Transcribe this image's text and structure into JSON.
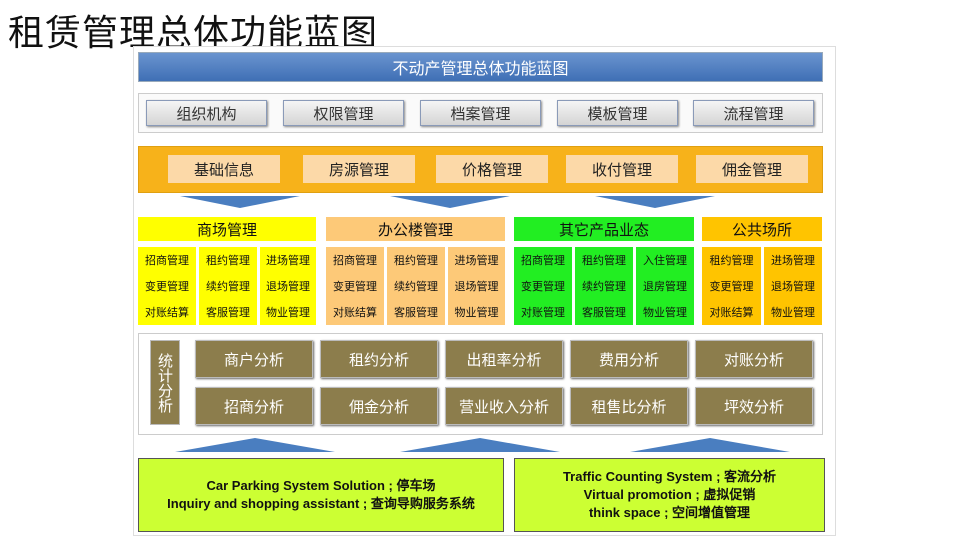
{
  "title": "租赁管理总体功能蓝图",
  "header": "不动产管理总体功能蓝图",
  "top_modules": [
    "组织机构",
    "权限管理",
    "档案管理",
    "模板管理",
    "流程管理"
  ],
  "core_modules": [
    "基础信息",
    "房源管理",
    "价格管理",
    "收付管理",
    "佣金管理"
  ],
  "sections": [
    {
      "title": "商场管理",
      "color": "#ffff00",
      "columns": [
        [
          "招商管理",
          "变更管理",
          "对账结算"
        ],
        [
          "租约管理",
          "续约管理",
          "客服管理"
        ],
        [
          "进场管理",
          "退场管理",
          "物业管理"
        ]
      ]
    },
    {
      "title": "办公楼管理",
      "color": "#fdc978",
      "columns": [
        [
          "招商管理",
          "变更管理",
          "对账结算"
        ],
        [
          "租约管理",
          "续约管理",
          "客服管理"
        ],
        [
          "进场管理",
          "退场管理",
          "物业管理"
        ]
      ]
    },
    {
      "title": "其它产品业态",
      "color": "#22ee22",
      "columns": [
        [
          "招商管理",
          "变更管理",
          "对账管理"
        ],
        [
          "租约管理",
          "续约管理",
          "客服管理"
        ],
        [
          "入住管理",
          "退房管理",
          "物业管理"
        ]
      ]
    },
    {
      "title": "公共场所",
      "color": "#ffc400",
      "columns": [
        [
          "租约管理",
          "变更管理",
          "对账结算"
        ],
        [
          "进场管理",
          "退场管理",
          "物业管理"
        ]
      ]
    }
  ],
  "stats": {
    "label": "统计分析",
    "row1": [
      "商户分析",
      "租约分析",
      "出租率分析",
      "费用分析",
      "对账分析"
    ],
    "row2": [
      "招商分析",
      "佣金分析",
      "营业收入分析",
      "租售比分析",
      "坪效分析"
    ]
  },
  "bottom_left": [
    "Car Parking System Solution ; 停车场",
    "Inquiry and shopping assistant ; 查询导购服务系统"
  ],
  "bottom_right": [
    "Traffic Counting System ; 客流分析",
    "Virtual promotion ; 虚拟促销",
    "think space ; 空间增值管理"
  ]
}
